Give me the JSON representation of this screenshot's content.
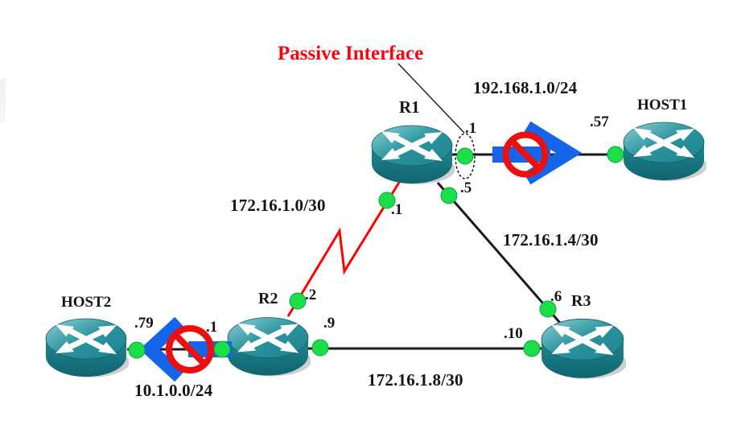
{
  "annotation": {
    "passive_interface": "Passive Interface"
  },
  "devices": {
    "r1": {
      "label": "R1",
      "type": "router"
    },
    "r2": {
      "label": "R2",
      "type": "router"
    },
    "r3": {
      "label": "R3",
      "type": "router"
    },
    "host1": {
      "label": "HOST1",
      "type": "router"
    },
    "host2": {
      "label": "HOST2",
      "type": "router"
    }
  },
  "networks": {
    "r1_host1": {
      "subnet": "192.168.1.0/24"
    },
    "r1_r2": {
      "subnet": "172.16.1.0/30"
    },
    "r1_r3": {
      "subnet": "172.16.1.4/30"
    },
    "r2_r3": {
      "subnet": "172.16.1.8/30"
    },
    "r2_host2": {
      "subnet": "10.1.0.0/24"
    }
  },
  "interfaces": {
    "r1_host1_r1": ".1",
    "r1_host1_host1": ".57",
    "r1_r2_r1": ".1",
    "r1_r2_r2": ".2",
    "r1_r3_r1": ".5",
    "r1_r3_r3": ".6",
    "r2_r3_r2": ".9",
    "r2_r3_r3": ".10",
    "r2_host2_r2": ".1",
    "r2_host2_host2": ".79"
  },
  "icons": {
    "router": "teal-cylinder-with-crossed-white-arrows",
    "block_arrow": "thick-blue-chevron-arrow",
    "no_entry": "red-prohibition-circle-with-slash",
    "interface_dot": "green-connection-dot",
    "passive_ellipse": "dashed-black-ellipse-highlight"
  },
  "colors": {
    "background": "#ffffff",
    "router_teal_light": "#7fc4ca",
    "router_teal": "#1f8893",
    "router_teal_dark": "#10646f",
    "link_black": "#1a1a1a",
    "serial_link_red": "#ff0000",
    "arrow_blue": "#1565ea",
    "no_entry_red": "#ed0f0f",
    "connector_green": "#1bde4b",
    "annotation_red": "#f70510",
    "label_text": "#151515"
  }
}
